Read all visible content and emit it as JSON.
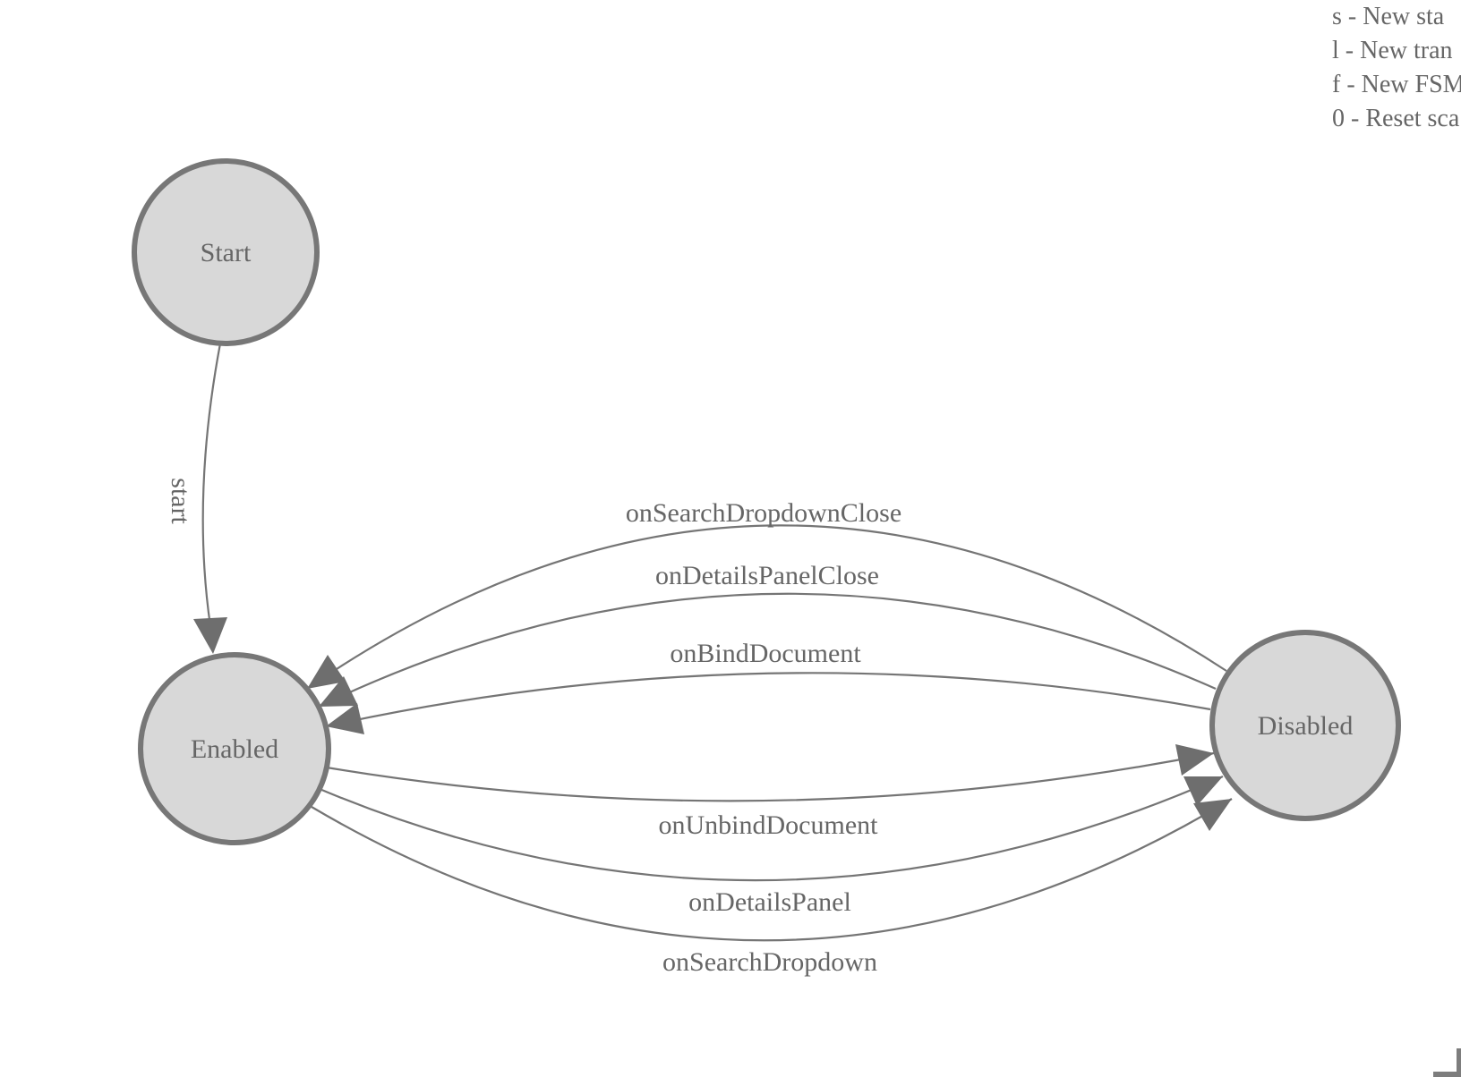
{
  "legend": {
    "lines": [
      "s - New sta",
      "l - New tran",
      "f - New FSM",
      "0 - Reset sca"
    ]
  },
  "diagram": {
    "nodes": {
      "start": {
        "label": "Start"
      },
      "enabled": {
        "label": "Enabled"
      },
      "disabled": {
        "label": "Disabled"
      }
    },
    "edges": {
      "start_to_enabled": {
        "label": "start"
      },
      "disabled_to_enabled": [
        {
          "label": "onSearchDropdownClose"
        },
        {
          "label": "onDetailsPanelClose"
        },
        {
          "label": "onBindDocument"
        }
      ],
      "enabled_to_disabled": [
        {
          "label": "onUnbindDocument"
        },
        {
          "label": "onDetailsPanel"
        },
        {
          "label": "onSearchDropdown"
        }
      ]
    }
  },
  "colors": {
    "node_fill": "#d8d8d8",
    "node_stroke": "#777777",
    "edge_stroke": "#757575",
    "arrowhead": "#6e6e6e",
    "text": "#666666"
  }
}
